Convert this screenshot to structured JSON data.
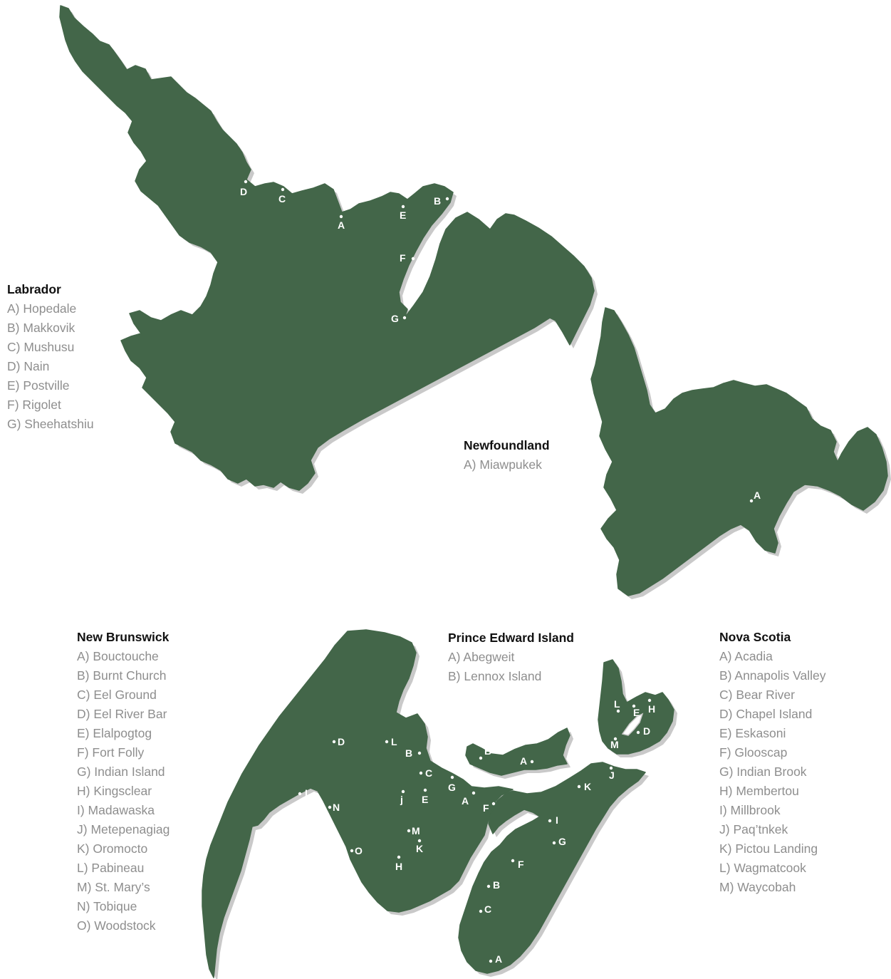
{
  "colors": {
    "land": "#436649",
    "shadow": "#c9c9c9",
    "legend_heading": "#111111",
    "legend_item": "#8e8e8e",
    "marker": "#ffffff"
  },
  "legends": {
    "labrador": {
      "title": "Labrador",
      "items": [
        "A) Hopedale",
        "B) Makkovik",
        "C) Mushusu",
        "D) Nain",
        "E) Postville",
        "F) Rigolet",
        "G) Sheehatshiu"
      ]
    },
    "newfoundland": {
      "title": "Newfoundland",
      "items": [
        "A) Miawpukek"
      ]
    },
    "new_brunswick": {
      "title": "New Brunswick",
      "items": [
        "A) Bouctouche",
        "B) Burnt Church",
        "C) Eel Ground",
        "D) Eel River Bar",
        "E) Elalpogtog",
        "F) Fort Folly",
        "G) Indian Island",
        "H) Kingsclear",
        "I) Madawaska",
        "J) Metepenagiag",
        "K) Oromocto",
        "L) Pabineau",
        "M) St. Mary’s",
        "N) Tobique",
        "O) Woodstock"
      ]
    },
    "pei": {
      "title": "Prince Edward Island",
      "items": [
        "A) Abegweit",
        "B) Lennox Island"
      ]
    },
    "nova_scotia": {
      "title": "Nova Scotia",
      "items": [
        "A) Acadia",
        "B) Annapolis Valley",
        "C) Bear River",
        "D) Chapel Island",
        "E) Eskasoni",
        "F) Glooscap",
        "G) Indian Brook",
        "H) Membertou",
        "I) Millbrook",
        "J) Paq’tnkek",
        "K) Pictou Landing",
        "L) Wagmatcook",
        "M) Waycobah"
      ]
    }
  },
  "markers": {
    "labrador": [
      "A",
      "B",
      "C",
      "D",
      "E",
      "F",
      "G"
    ],
    "newfoundland": [
      "A"
    ],
    "new_brunswick": [
      "A",
      "B",
      "C",
      "D",
      "E",
      "F",
      "G",
      "H",
      "I",
      "j",
      "K",
      "L",
      "M",
      "N",
      "O"
    ],
    "pei": [
      "A",
      "B"
    ],
    "nova_scotia": [
      "A",
      "B",
      "C",
      "D",
      "E",
      "F",
      "G",
      "H",
      "I",
      "J",
      "K",
      "L",
      "M"
    ]
  }
}
